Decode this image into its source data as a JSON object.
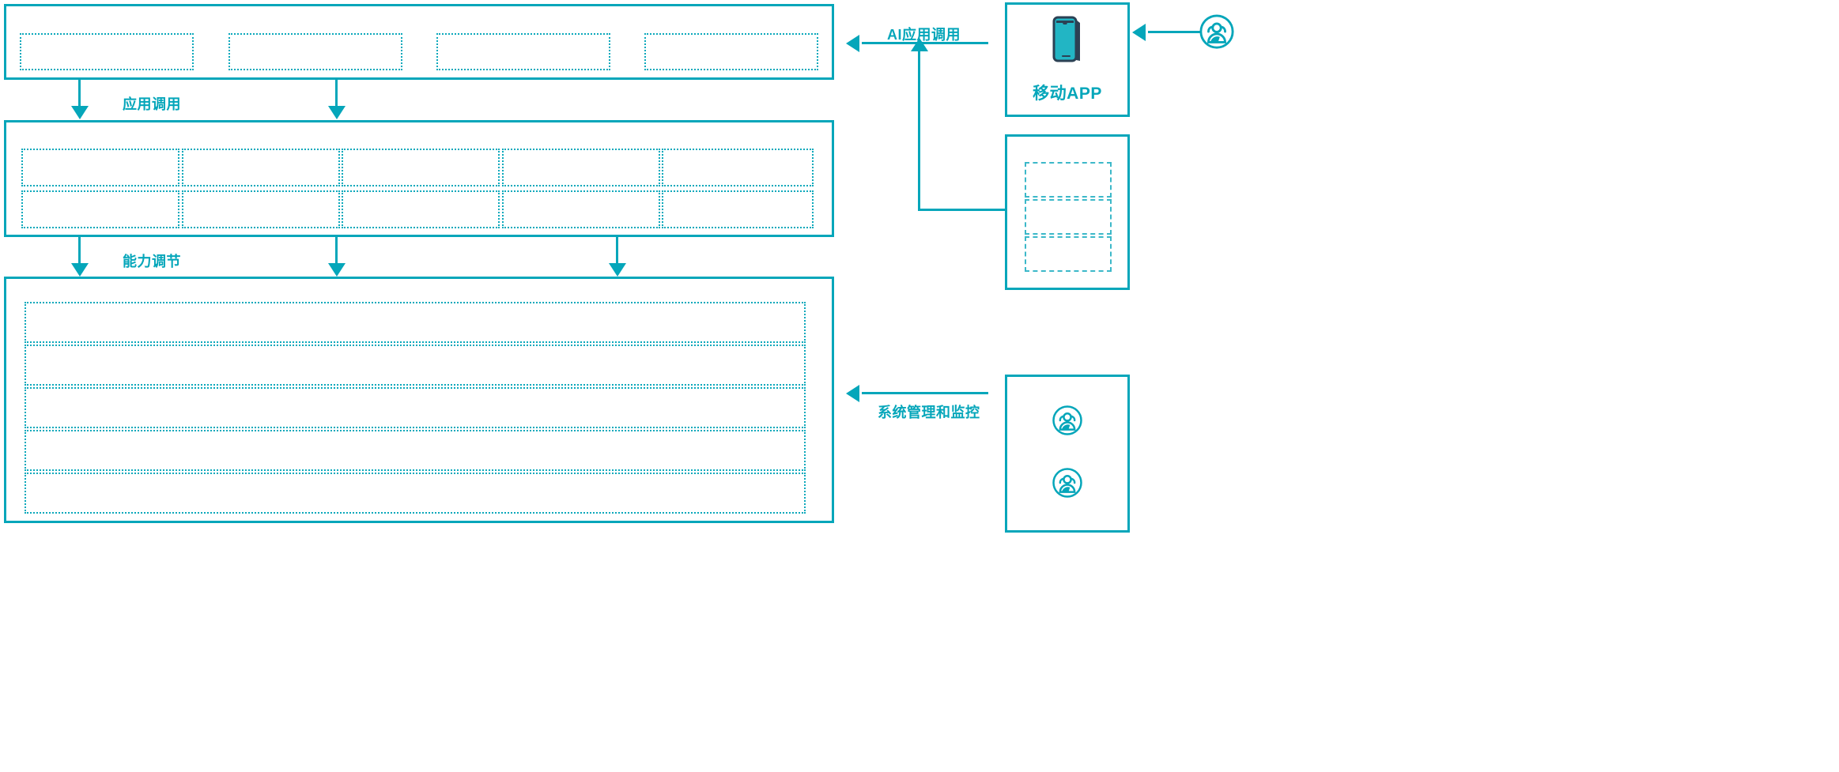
{
  "theme": {
    "accent": "#05a6ba",
    "accent_light": "#0aa8bb",
    "dotted_border": "#3cb8c9",
    "icon_dark": "#2c4154",
    "background": "#ffffff"
  },
  "diagram": {
    "type": "layered-architecture",
    "layers": [
      {
        "id": "application-layer",
        "boxes": [
          "",
          "",
          "",
          ""
        ]
      },
      {
        "id": "capability-layer",
        "columns": 5,
        "rows": 2,
        "boxes": [
          "",
          "",
          "",
          "",
          "",
          "",
          "",
          "",
          "",
          ""
        ]
      },
      {
        "id": "platform-layer",
        "rows": [
          "",
          "",
          "",
          "",
          ""
        ]
      }
    ],
    "connectors": [
      {
        "id": "app-invoke",
        "label": "应用调用",
        "direction": "down",
        "arrows": 2
      },
      {
        "id": "capability-tune",
        "label": "能力调节",
        "direction": "down",
        "arrows": 3
      },
      {
        "id": "ai-app-invoke",
        "label": "AI应用调用",
        "direction": "left",
        "arrows": 2
      },
      {
        "id": "sys-manage",
        "label": "系统管理和监控",
        "direction": "left",
        "arrows": 1
      }
    ],
    "right_cards": [
      {
        "id": "mobile-app",
        "label": "移动APP",
        "icon": "phone-icon",
        "dotted_rows": 0
      },
      {
        "id": "terminal-stack",
        "label": "",
        "icon": "",
        "dotted_rows": 3
      },
      {
        "id": "operators",
        "label": "",
        "icon": "users-icon",
        "icon_count": 2
      }
    ],
    "external_actor": {
      "id": "end-user",
      "icon": "users-icon",
      "label": ""
    }
  }
}
